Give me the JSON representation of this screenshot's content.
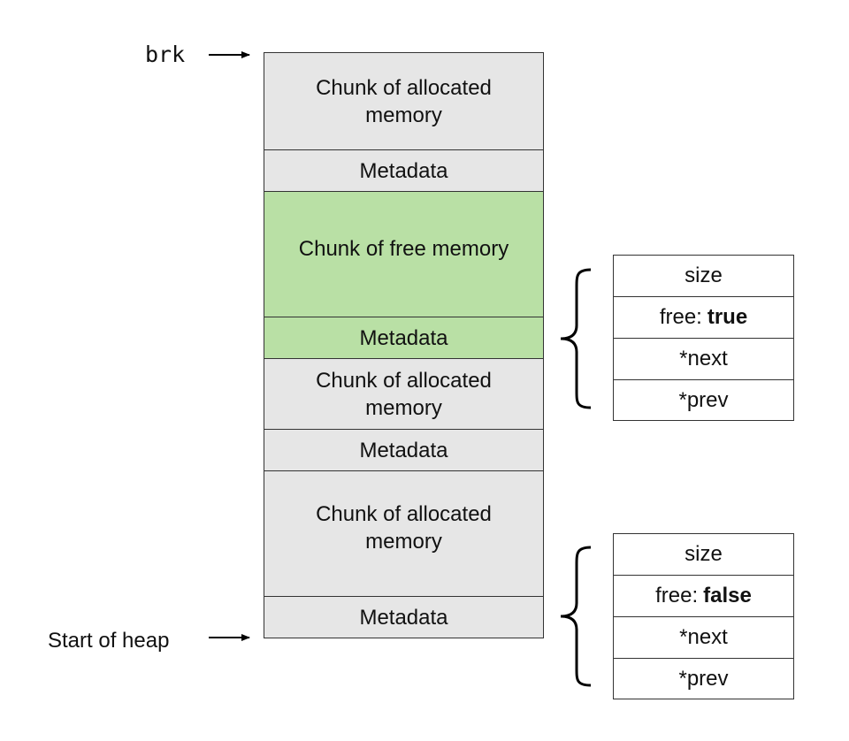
{
  "labels": {
    "brk": "brk",
    "start_of_heap": "Start of heap"
  },
  "colors": {
    "allocated_fill": "#e6e6e6",
    "free_fill": "#b9e0a5",
    "stroke": "#333333"
  },
  "heap_blocks": [
    {
      "kind": "allocated",
      "text_lines": [
        "Chunk of allocated",
        "memory"
      ]
    },
    {
      "kind": "allocated",
      "text_lines": [
        "Metadata"
      ]
    },
    {
      "kind": "free",
      "text_lines": [
        "Chunk of free memory"
      ]
    },
    {
      "kind": "free",
      "text_lines": [
        "Metadata"
      ]
    },
    {
      "kind": "allocated",
      "text_lines": [
        "Chunk of allocated",
        "memory"
      ]
    },
    {
      "kind": "allocated",
      "text_lines": [
        "Metadata"
      ]
    },
    {
      "kind": "allocated",
      "text_lines": [
        "Chunk of allocated",
        "memory"
      ]
    },
    {
      "kind": "allocated",
      "text_lines": [
        "Metadata"
      ]
    }
  ],
  "metadata_tables": [
    {
      "rows": [
        {
          "label": "size"
        },
        {
          "label": "free:",
          "value": "true"
        },
        {
          "label": "*next"
        },
        {
          "label": "*prev"
        }
      ]
    },
    {
      "rows": [
        {
          "label": "size"
        },
        {
          "label": "free:",
          "value": "false"
        },
        {
          "label": "*next"
        },
        {
          "label": "*prev"
        }
      ]
    }
  ]
}
